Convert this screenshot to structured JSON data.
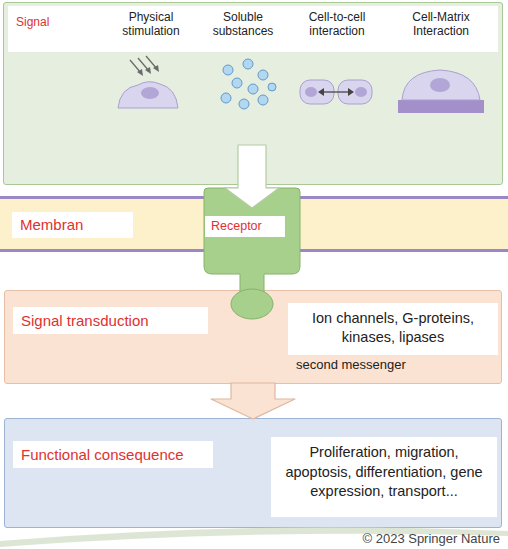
{
  "diagram": {
    "nodes": [
      {
        "text": [
          "Signal",
          "Physical stimulation",
          "Soluble substances",
          "Cell-to-cell interaction",
          "Cell-Matrix Interaction"
        ]
      },
      {
        "text": [
          "Membran"
        ]
      },
      {
        "text": [
          "Receptor"
        ]
      },
      {
        "text": [
          "Signal transduction",
          "Ion channels, G-proteins, kinases, lipases",
          "second messenger"
        ]
      },
      {
        "text": [
          "Functional consequence",
          "Proliferation, migration, apoptosis, differentiation, gene expression, transport..."
        ]
      }
    ],
    "edges": [
      {
        "from": 0,
        "to": 2,
        "arrow": "to"
      },
      {
        "from": 3,
        "to": 4,
        "arrow": "to"
      }
    ],
    "labels": [
      "© 2023 Springer Nature"
    ]
  }
}
